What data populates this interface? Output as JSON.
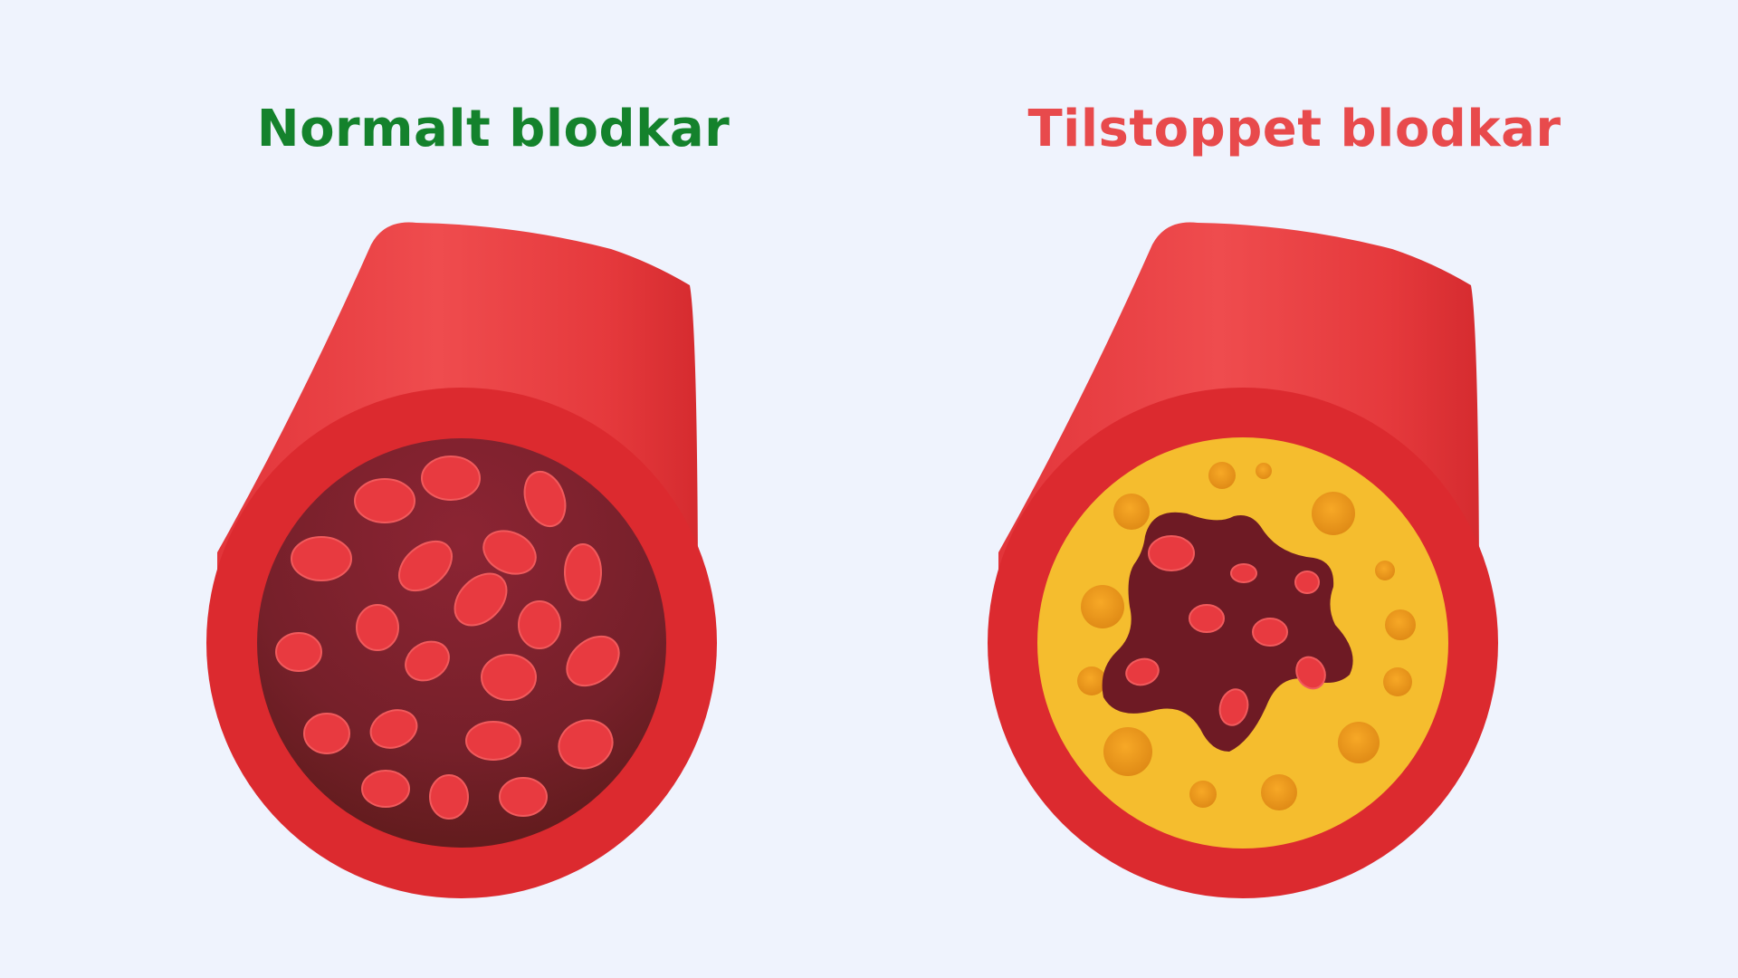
{
  "labels": {
    "normal": "Normalt blodkar",
    "blocked": "Tilstoppet blodkar"
  },
  "colors": {
    "background": "#eff3fd",
    "normal_label": "#14822c",
    "blocked_label": "#e84a4c",
    "vessel_wall": "#dc2a2f",
    "vessel_wall_light": "#ef4c4e",
    "blood": "#6e1a24",
    "red_blood_cell": "#e83a40",
    "plaque": "#f5bd2e",
    "plaque_spot": "#e8981c"
  },
  "icons": {
    "normal": "healthy-blood-vessel-cross-section",
    "blocked": "clogged-blood-vessel-cross-section"
  }
}
